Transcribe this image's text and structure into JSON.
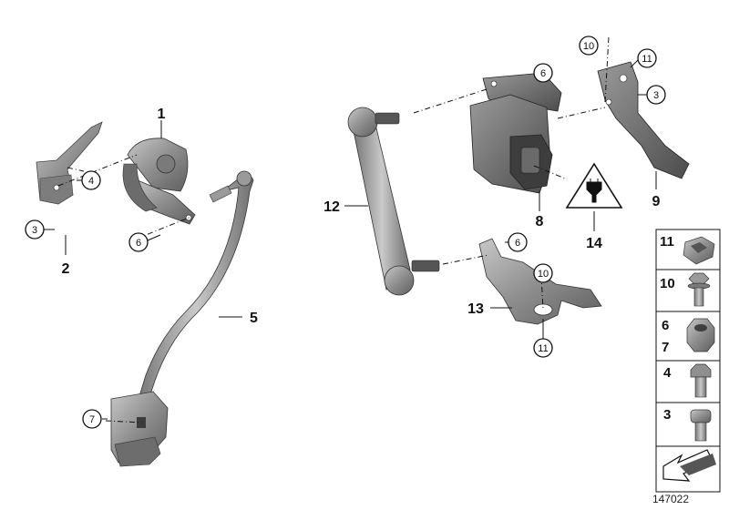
{
  "callouts": {
    "c1": "1",
    "c2": "2",
    "c3_left": "3",
    "c4": "4",
    "c5": "5",
    "c6_left": "6",
    "c7_left": "7",
    "c12": "12",
    "c6_top": "6",
    "c8": "8",
    "c10_top": "10",
    "c11_top": "11",
    "c3_right": "3",
    "c9": "9",
    "c14": "14",
    "c6_bottom": "6",
    "c10_mid": "10",
    "c13": "13",
    "c11_bottom": "11"
  },
  "hardware_legend": {
    "items": [
      {
        "numbers": [
          "11"
        ],
        "part": "clip-nut"
      },
      {
        "numbers": [
          "10"
        ],
        "part": "flange-bolt"
      },
      {
        "numbers": [
          "6",
          "7"
        ],
        "part": "hex-nut"
      },
      {
        "numbers": [
          "4"
        ],
        "part": "hex-bolt"
      },
      {
        "numbers": [
          "3"
        ],
        "part": "socket-head-bolt"
      }
    ]
  },
  "reference_number": "147022",
  "colors": {
    "part_fill": "#8e8e8e",
    "part_dark": "#5a5a5a",
    "part_light": "#c4c4c4",
    "line": "#111111"
  }
}
